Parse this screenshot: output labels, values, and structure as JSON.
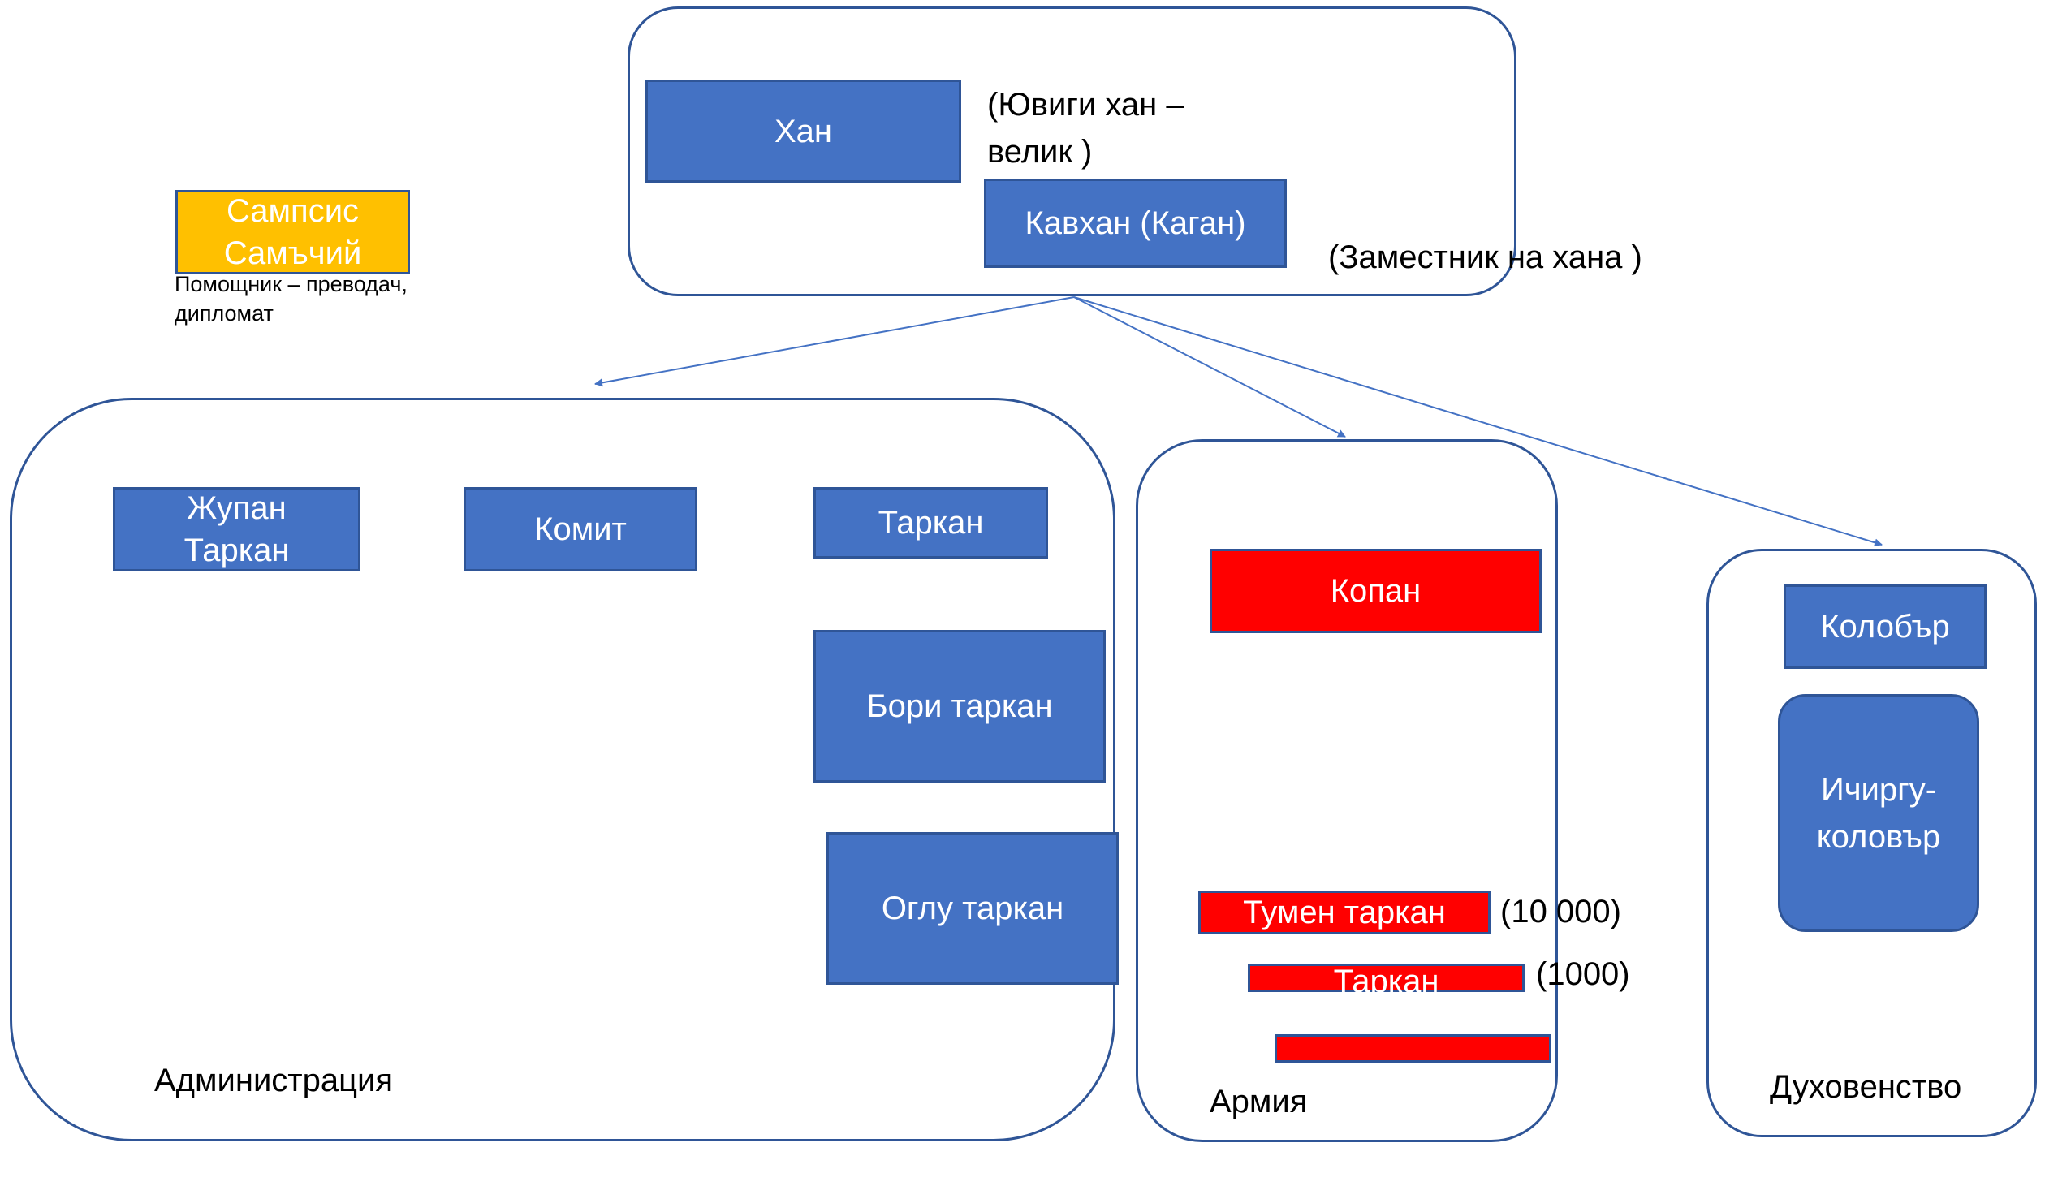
{
  "leader": {
    "khan": "Хан",
    "khan_note": "(Ювиги хан – велик )",
    "kavkhan": "Кавхан (Каган)",
    "kavkhan_note": "(Заместник на хана )"
  },
  "advisor": {
    "title": "Сампсис Самъчий",
    "note": "Помощник – преводач, дипломат"
  },
  "administration": {
    "label": "Администрация",
    "zhupan": "Жупан Таркан",
    "komit": "Комит",
    "tarkan": "Таркан",
    "bori_tarkan": "Бори таркан",
    "oglu_tarkan": "Оглу таркан"
  },
  "army": {
    "label": "Армия",
    "kopan": "Копан",
    "tumen_tarkan": "Тумен таркан",
    "tumen_note": "(10 000)",
    "tarkan": "Таркан",
    "tarkan_note": "(1000)"
  },
  "clergy": {
    "label": "Духовенство",
    "kolobar": "Колобър",
    "ichirgu": "Ичиргу-коловър"
  },
  "colors": {
    "box_blue": "#4472c4",
    "border_blue": "#2f5597",
    "army_red": "#ff0000",
    "advisor_gold": "#ffc000"
  }
}
